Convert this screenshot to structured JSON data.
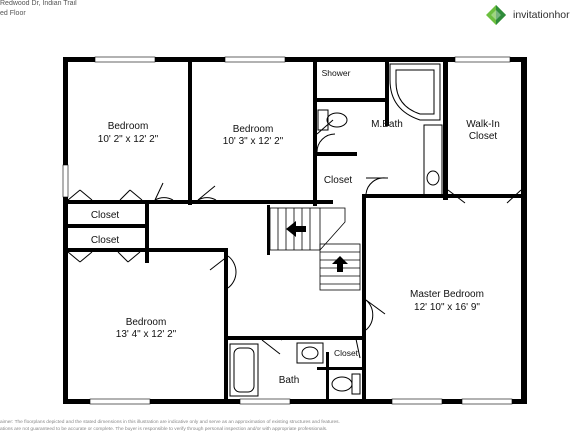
{
  "header": {
    "address": "Redwood Dr, Indian Trail",
    "floor": "ed Floor",
    "brand": "invitationhor"
  },
  "disclaimer": {
    "line1": "aimer: The floorplans depicted and the stated dimensions in this illustration are indicative only and serve as an approximation of existing structures and features.",
    "line2": "ations are not guaranteed to be accurate or complete. The buyer is responsible to verify through personal inspection and/or with appropriate professionals."
  },
  "rooms": {
    "bedroom1": {
      "name": "Bedroom",
      "dims": "10' 2\" x 12' 2\""
    },
    "bedroom2": {
      "name": "Bedroom",
      "dims": "10' 3\" x 12' 2\""
    },
    "shower": {
      "name": "Shower"
    },
    "mbath": {
      "name": "M.Bath"
    },
    "walkin": {
      "name1": "Walk-In",
      "name2": "Closet"
    },
    "closet_center": {
      "name": "Closet"
    },
    "closet_left1": {
      "name": "Closet"
    },
    "closet_left2": {
      "name": "Closet"
    },
    "bedroom3": {
      "name": "Bedroom",
      "dims": "13' 4\" x 12' 2\""
    },
    "master": {
      "name": "Master Bedroom",
      "dims": "12' 10\" x 16' 9\""
    },
    "closet_bath": {
      "name": "Closet"
    },
    "bath": {
      "name": "Bath"
    }
  },
  "colors": {
    "wall": "#000000",
    "brand_green": "#6cbf3f",
    "brand_dark": "#2e8b3a"
  }
}
